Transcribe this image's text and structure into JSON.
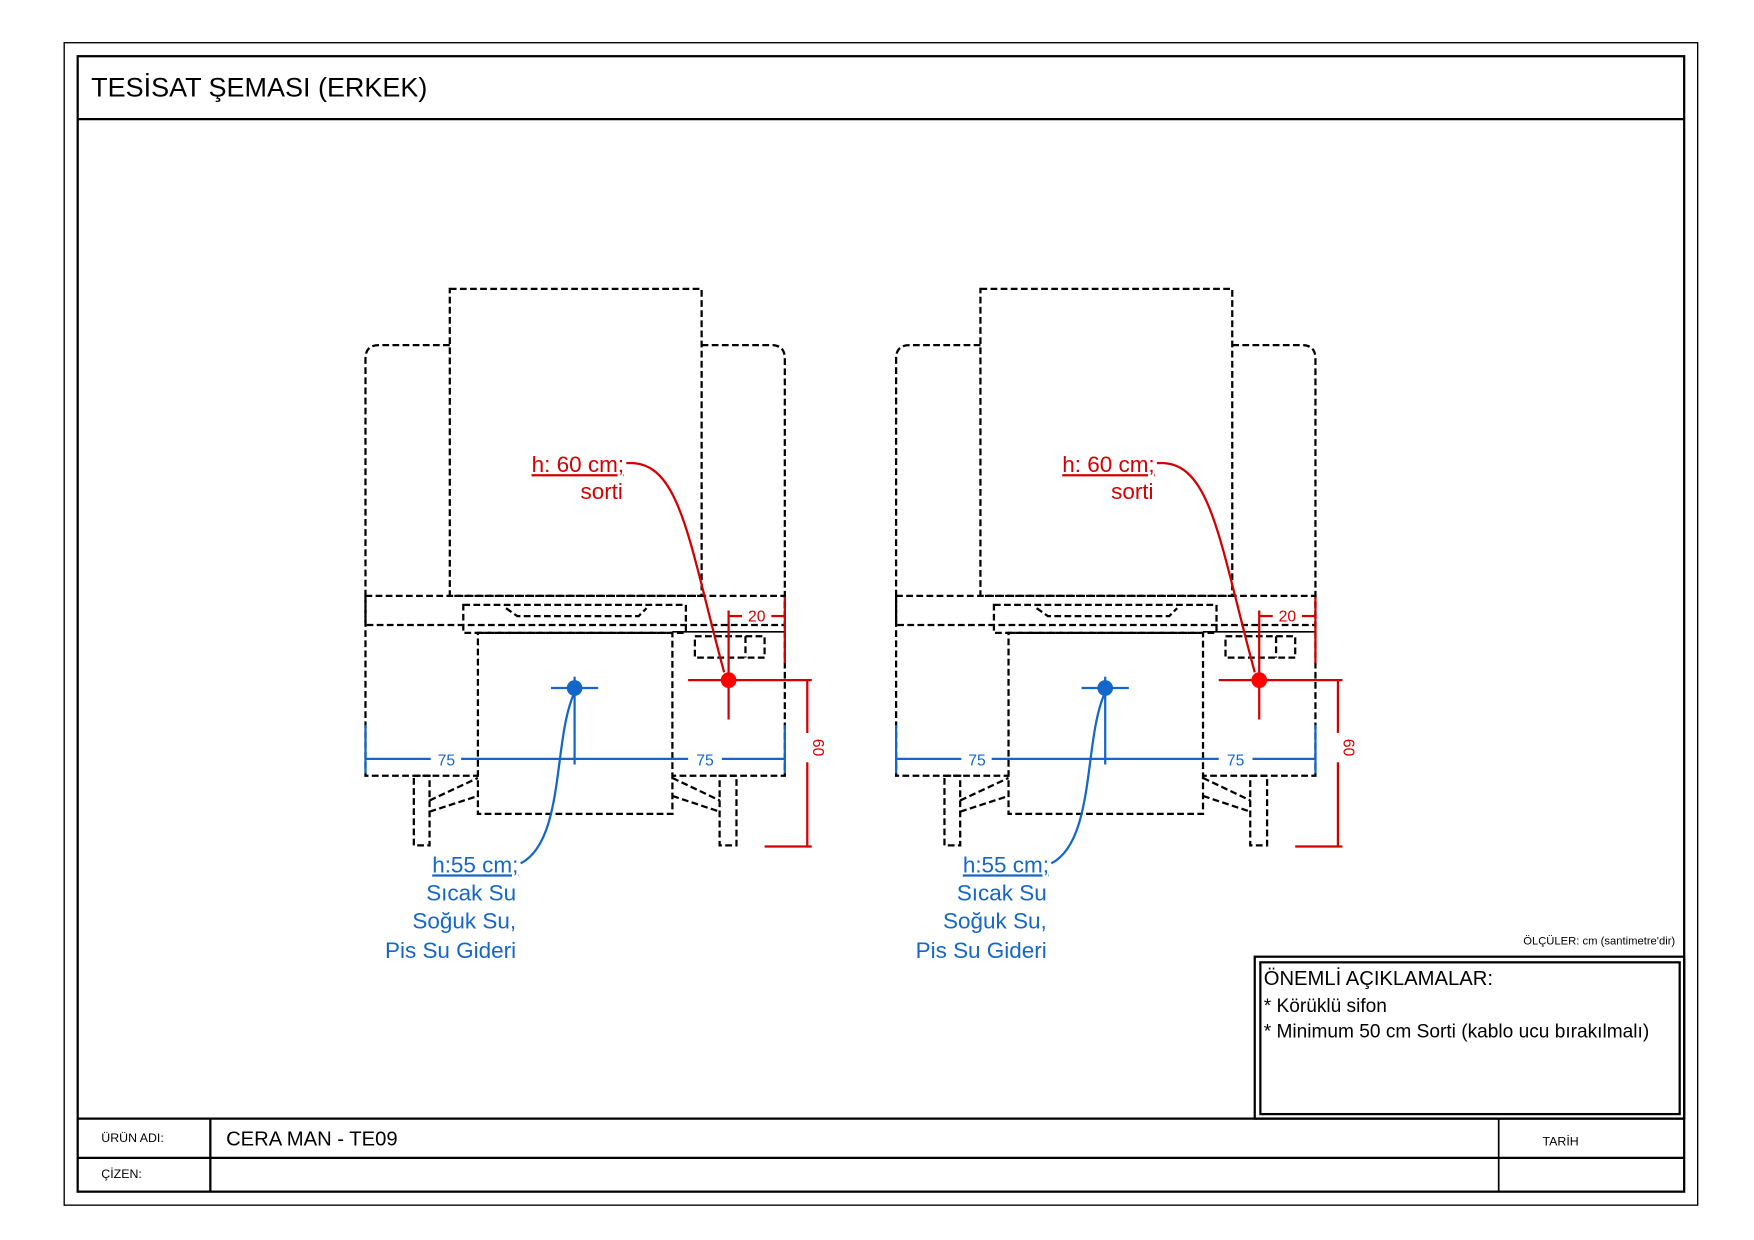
{
  "title": "TESİSAT ŞEMASI (ERKEK)",
  "units_note": "ÖLÇÜLER: cm (santimetre'dir)",
  "notes": {
    "heading": "ÖNEMLİ AÇIKLAMALAR:",
    "items": [
      "* Körüklü sifon",
      "* Minimum 50 cm Sorti (kablo ucu bırakılmalı)"
    ]
  },
  "footer": {
    "product_label": "ÜRÜN ADI:",
    "product_value": "CERA MAN - TE09",
    "drawn_by_label": "ÇİZEN:",
    "date_label": "TARİH"
  },
  "drawing": {
    "sorti_height": "h: 60 cm;",
    "sorti_label": "sorti",
    "water_height": "h:55 cm;",
    "water_lines": [
      "Sıcak Su",
      "Soğuk Su,",
      "Pis Su Gideri"
    ],
    "dim_left": "75",
    "dim_right": "75",
    "dim_top": "20",
    "dim_vertical": "60"
  },
  "colors": {
    "electric": "#d40000",
    "water": "#1467c8"
  }
}
